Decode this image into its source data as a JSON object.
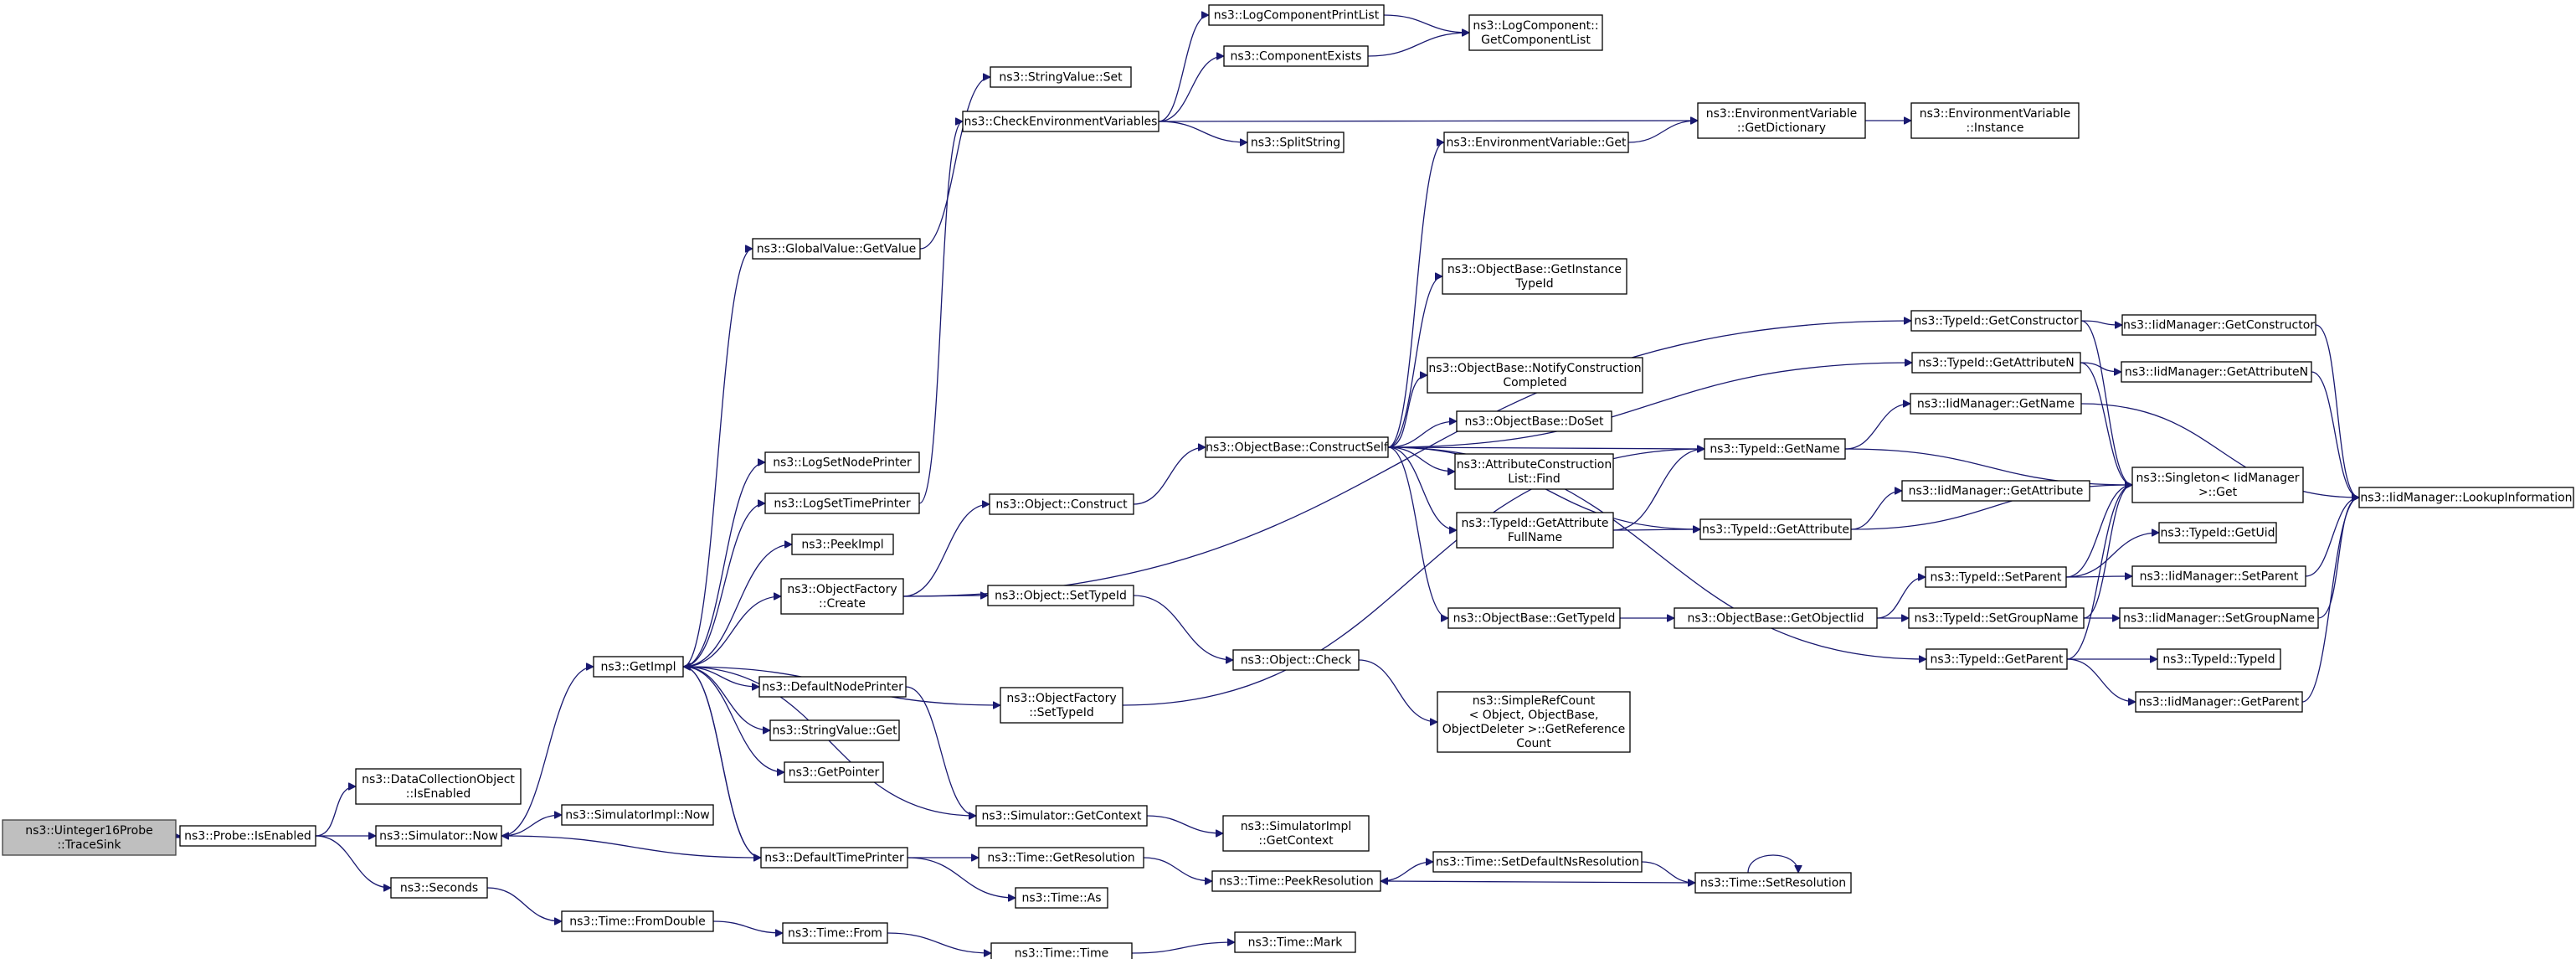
{
  "diagram": {
    "nodes": [
      {
        "id": "root",
        "lines": [
          "ns3::Uinteger16Probe",
          "::TraceSink"
        ]
      },
      {
        "id": "probe_isenabled",
        "lines": [
          "ns3::Probe::IsEnabled"
        ]
      },
      {
        "id": "dco_isenabled",
        "lines": [
          "ns3::DataCollectionObject",
          "::IsEnabled"
        ]
      },
      {
        "id": "sim_now",
        "lines": [
          "ns3::Simulator::Now"
        ]
      },
      {
        "id": "seconds",
        "lines": [
          "ns3::Seconds"
        ]
      },
      {
        "id": "getimpl",
        "lines": [
          "ns3::GetImpl"
        ]
      },
      {
        "id": "simimpl_now",
        "lines": [
          "ns3::SimulatorImpl::Now"
        ]
      },
      {
        "id": "fromdouble",
        "lines": [
          "ns3::Time::FromDouble"
        ]
      },
      {
        "id": "globalvalue_getvalue",
        "lines": [
          "ns3::GlobalValue::GetValue"
        ]
      },
      {
        "id": "logsetnodeprinter",
        "lines": [
          "ns3::LogSetNodePrinter"
        ]
      },
      {
        "id": "logsettimeprinter",
        "lines": [
          "ns3::LogSetTimePrinter"
        ]
      },
      {
        "id": "peekimpl",
        "lines": [
          "ns3::PeekImpl"
        ]
      },
      {
        "id": "objectfactory_create",
        "lines": [
          "ns3::ObjectFactory",
          "::Create"
        ]
      },
      {
        "id": "defaultnodeprinter",
        "lines": [
          "ns3::DefaultNodePrinter"
        ]
      },
      {
        "id": "stringvalue_get",
        "lines": [
          "ns3::StringValue::Get"
        ]
      },
      {
        "id": "getpointer",
        "lines": [
          "ns3::GetPointer"
        ]
      },
      {
        "id": "defaulttimeprinter",
        "lines": [
          "ns3::DefaultTimePrinter"
        ]
      },
      {
        "id": "time_from",
        "lines": [
          "ns3::Time::From"
        ]
      },
      {
        "id": "stringvalue_set",
        "lines": [
          "ns3::StringValue::Set"
        ]
      },
      {
        "id": "checkenv",
        "lines": [
          "ns3::CheckEnvironmentVariables"
        ]
      },
      {
        "id": "object_construct",
        "lines": [
          "ns3::Object::Construct"
        ]
      },
      {
        "id": "object_settypeid",
        "lines": [
          "ns3::Object::SetTypeId"
        ]
      },
      {
        "id": "objectfactory_settypeid",
        "lines": [
          "ns3::ObjectFactory",
          "::SetTypeId"
        ]
      },
      {
        "id": "sim_getcontext",
        "lines": [
          "ns3::Simulator::GetContext"
        ]
      },
      {
        "id": "time_getresolution",
        "lines": [
          "ns3::Time::GetResolution"
        ]
      },
      {
        "id": "time_as",
        "lines": [
          "ns3::Time::As"
        ]
      },
      {
        "id": "time_time",
        "lines": [
          "ns3::Time::Time"
        ]
      },
      {
        "id": "logcomponentprintlist",
        "lines": [
          "ns3::LogComponentPrintList"
        ]
      },
      {
        "id": "componentexists",
        "lines": [
          "ns3::ComponentExists"
        ]
      },
      {
        "id": "splitstring",
        "lines": [
          "ns3::SplitString"
        ]
      },
      {
        "id": "objbase_constructself",
        "lines": [
          "ns3::ObjectBase::ConstructSelf"
        ]
      },
      {
        "id": "object_check",
        "lines": [
          "ns3::Object::Check"
        ]
      },
      {
        "id": "simimpl_getcontext",
        "lines": [
          "ns3::SimulatorImpl",
          "::GetContext"
        ]
      },
      {
        "id": "time_peekresolution",
        "lines": [
          "ns3::Time::PeekResolution"
        ]
      },
      {
        "id": "time_mark",
        "lines": [
          "ns3::Time::Mark"
        ]
      },
      {
        "id": "logcomponent_getlist",
        "lines": [
          "ns3::LogComponent::",
          "GetComponentList"
        ]
      },
      {
        "id": "envvar_get",
        "lines": [
          "ns3::EnvironmentVariable::Get"
        ]
      },
      {
        "id": "envvar_getdict",
        "lines": [
          "ns3::EnvironmentVariable",
          "::GetDictionary"
        ]
      },
      {
        "id": "envvar_instance",
        "lines": [
          "ns3::EnvironmentVariable",
          "::Instance"
        ]
      },
      {
        "id": "objbase_getinstancetypeid",
        "lines": [
          "ns3::ObjectBase::GetInstance",
          "TypeId"
        ]
      },
      {
        "id": "objbase_notifyconstruction",
        "lines": [
          "ns3::ObjectBase::NotifyConstruction",
          "Completed"
        ]
      },
      {
        "id": "objbase_doset",
        "lines": [
          "ns3::ObjectBase::DoSet"
        ]
      },
      {
        "id": "attrconstructionlist_find",
        "lines": [
          "ns3::AttributeConstruction",
          "List::Find"
        ]
      },
      {
        "id": "typeid_getattributefullname",
        "lines": [
          "ns3::TypeId::GetAttribute",
          "FullName"
        ]
      },
      {
        "id": "objbase_gettypeid",
        "lines": [
          "ns3::ObjectBase::GetTypeId"
        ]
      },
      {
        "id": "simplerefcount",
        "lines": [
          "ns3::SimpleRefCount",
          "< Object, ObjectBase,",
          "ObjectDeleter >::GetReference",
          "Count"
        ]
      },
      {
        "id": "time_setdefaultnsresolution",
        "lines": [
          "ns3::Time::SetDefaultNsResolution"
        ]
      },
      {
        "id": "typeid_getname",
        "lines": [
          "ns3::TypeId::GetName"
        ]
      },
      {
        "id": "typeid_getattribute",
        "lines": [
          "ns3::TypeId::GetAttribute"
        ]
      },
      {
        "id": "objbase_getobjectiid",
        "lines": [
          "ns3::ObjectBase::GetObjectIid"
        ]
      },
      {
        "id": "time_setresolution",
        "lines": [
          "ns3::Time::SetResolution"
        ]
      },
      {
        "id": "typeid_getconstructor",
        "lines": [
          "ns3::TypeId::GetConstructor"
        ]
      },
      {
        "id": "typeid_getattributen",
        "lines": [
          "ns3::TypeId::GetAttributeN"
        ]
      },
      {
        "id": "iidmgr_getname",
        "lines": [
          "ns3::IidManager::GetName"
        ]
      },
      {
        "id": "iidmgr_getattribute",
        "lines": [
          "ns3::IidManager::GetAttribute"
        ]
      },
      {
        "id": "typeid_setparent",
        "lines": [
          "ns3::TypeId::SetParent"
        ]
      },
      {
        "id": "typeid_setgroupname",
        "lines": [
          "ns3::TypeId::SetGroupName"
        ]
      },
      {
        "id": "typeid_getparent",
        "lines": [
          "ns3::TypeId::GetParent"
        ]
      },
      {
        "id": "iidmgr_getconstructor",
        "lines": [
          "ns3::IidManager::GetConstructor"
        ]
      },
      {
        "id": "iidmgr_getattributen",
        "lines": [
          "ns3::IidManager::GetAttributeN"
        ]
      },
      {
        "id": "singleton_get",
        "lines": [
          "ns3::Singleton< IidManager",
          ">::Get"
        ]
      },
      {
        "id": "typeid_getuid",
        "lines": [
          "ns3::TypeId::GetUid"
        ]
      },
      {
        "id": "iidmgr_setparent",
        "lines": [
          "ns3::IidManager::SetParent"
        ]
      },
      {
        "id": "iidmgr_setgroupname",
        "lines": [
          "ns3::IidManager::SetGroupName"
        ]
      },
      {
        "id": "typeid_typeid",
        "lines": [
          "ns3::TypeId::TypeId"
        ]
      },
      {
        "id": "iidmgr_getparent",
        "lines": [
          "ns3::IidManager::GetParent"
        ]
      },
      {
        "id": "iidmgr_lookupinformation",
        "lines": [
          "ns3::IidManager::LookupInformation"
        ]
      }
    ],
    "edges": [
      [
        "root",
        "probe_isenabled"
      ],
      [
        "probe_isenabled",
        "dco_isenabled"
      ],
      [
        "probe_isenabled",
        "sim_now"
      ],
      [
        "probe_isenabled",
        "seconds"
      ],
      [
        "sim_now",
        "getimpl"
      ],
      [
        "sim_now",
        "simimpl_now"
      ],
      [
        "seconds",
        "fromdouble"
      ],
      [
        "fromdouble",
        "time_from"
      ],
      [
        "time_from",
        "time_time"
      ],
      [
        "time_time",
        "time_mark"
      ],
      [
        "getimpl",
        "globalvalue_getvalue"
      ],
      [
        "getimpl",
        "logsetnodeprinter"
      ],
      [
        "getimpl",
        "logsettimeprinter"
      ],
      [
        "getimpl",
        "peekimpl"
      ],
      [
        "getimpl",
        "objectfactory_create"
      ],
      [
        "getimpl",
        "defaultnodeprinter"
      ],
      [
        "getimpl",
        "stringvalue_get"
      ],
      [
        "getimpl",
        "getpointer"
      ],
      [
        "getimpl",
        "defaulttimeprinter"
      ],
      [
        "getimpl",
        "objectfactory_settypeid"
      ],
      [
        "globalvalue_getvalue",
        "stringvalue_set"
      ],
      [
        "logsettimeprinter",
        "checkenv"
      ],
      [
        "checkenv",
        "logcomponentprintlist"
      ],
      [
        "checkenv",
        "componentexists"
      ],
      [
        "checkenv",
        "splitstring"
      ],
      [
        "checkenv",
        "envvar_getdict"
      ],
      [
        "logcomponentprintlist",
        "logcomponent_getlist"
      ],
      [
        "componentexists",
        "logcomponent_getlist"
      ],
      [
        "envvar_get",
        "envvar_getdict"
      ],
      [
        "envvar_getdict",
        "envvar_instance"
      ],
      [
        "objectfactory_create",
        "object_construct"
      ],
      [
        "objectfactory_create",
        "object_settypeid"
      ],
      [
        "objectfactory_create",
        "typeid_getconstructor"
      ],
      [
        "object_construct",
        "objbase_constructself"
      ],
      [
        "object_settypeid",
        "object_check"
      ],
      [
        "object_check",
        "simplerefcount"
      ],
      [
        "objectfactory_settypeid",
        "typeid_getname"
      ],
      [
        "defaultnodeprinter",
        "sim_getcontext"
      ],
      [
        "sim_getcontext",
        "getimpl"
      ],
      [
        "sim_getcontext",
        "simimpl_getcontext"
      ],
      [
        "defaulttimeprinter",
        "sim_now"
      ],
      [
        "defaulttimeprinter",
        "time_getresolution"
      ],
      [
        "defaulttimeprinter",
        "time_as"
      ],
      [
        "defaulttimeprinter",
        "getimpl"
      ],
      [
        "time_getresolution",
        "time_peekresolution"
      ],
      [
        "time_setdefaultnsresolution",
        "time_setresolution"
      ],
      [
        "time_setresolution",
        "time_peekresolution"
      ],
      [
        "time_setresolution",
        "time_setresolution"
      ],
      [
        "time_peekresolution",
        "time_setdefaultnsresolution"
      ],
      [
        "objbase_constructself",
        "envvar_get"
      ],
      [
        "objbase_constructself",
        "objbase_getinstancetypeid"
      ],
      [
        "objbase_constructself",
        "objbase_notifyconstruction"
      ],
      [
        "objbase_constructself",
        "objbase_doset"
      ],
      [
        "objbase_constructself",
        "attrconstructionlist_find"
      ],
      [
        "objbase_constructself",
        "typeid_getattributefullname"
      ],
      [
        "objbase_constructself",
        "objbase_gettypeid"
      ],
      [
        "objbase_constructself",
        "typeid_getname"
      ],
      [
        "objbase_constructself",
        "typeid_getattribute"
      ],
      [
        "objbase_constructself",
        "typeid_getattributen"
      ],
      [
        "objbase_constructself",
        "typeid_getparent"
      ],
      [
        "typeid_getattributefullname",
        "typeid_getname"
      ],
      [
        "typeid_getattributefullname",
        "typeid_getattribute"
      ],
      [
        "objbase_gettypeid",
        "objbase_getobjectiid"
      ],
      [
        "objbase_getobjectiid",
        "typeid_setparent"
      ],
      [
        "objbase_getobjectiid",
        "typeid_setgroupname"
      ],
      [
        "typeid_getname",
        "iidmgr_getname"
      ],
      [
        "typeid_getname",
        "singleton_get"
      ],
      [
        "typeid_getattribute",
        "iidmgr_getattribute"
      ],
      [
        "typeid_getattribute",
        "singleton_get"
      ],
      [
        "typeid_getconstructor",
        "iidmgr_getconstructor"
      ],
      [
        "typeid_getconstructor",
        "singleton_get"
      ],
      [
        "typeid_getattributen",
        "iidmgr_getattributen"
      ],
      [
        "typeid_getattributen",
        "singleton_get"
      ],
      [
        "iidmgr_getname",
        "iidmgr_lookupinformation"
      ],
      [
        "iidmgr_getconstructor",
        "iidmgr_lookupinformation"
      ],
      [
        "iidmgr_getattributen",
        "iidmgr_lookupinformation"
      ],
      [
        "typeid_setparent",
        "singleton_get"
      ],
      [
        "typeid_setparent",
        "typeid_getuid"
      ],
      [
        "typeid_setparent",
        "iidmgr_setparent"
      ],
      [
        "typeid_setgroupname",
        "singleton_get"
      ],
      [
        "typeid_setgroupname",
        "iidmgr_setgroupname"
      ],
      [
        "typeid_getparent",
        "singleton_get"
      ],
      [
        "typeid_getparent",
        "typeid_typeid"
      ],
      [
        "typeid_getparent",
        "iidmgr_getparent"
      ],
      [
        "iidmgr_setparent",
        "iidmgr_lookupinformation"
      ],
      [
        "iidmgr_setgroupname",
        "iidmgr_lookupinformation"
      ],
      [
        "iidmgr_getparent",
        "iidmgr_lookupinformation"
      ]
    ]
  }
}
